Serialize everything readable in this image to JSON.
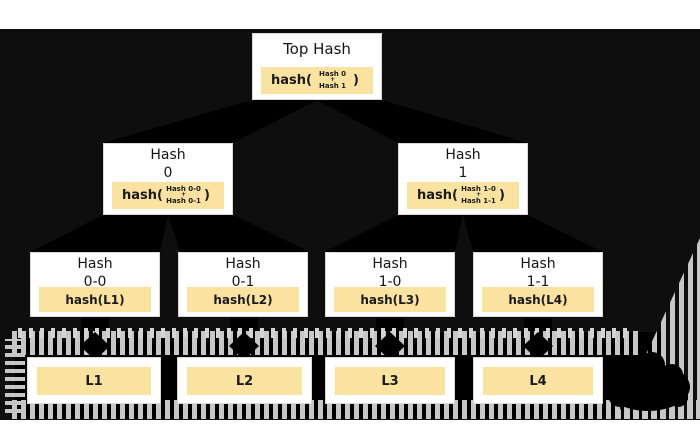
{
  "diagram": {
    "top": {
      "title": "Top Hash",
      "fn": "hash(",
      "arg_top": "Hash 0",
      "op": "+",
      "arg_bottom": "Hash 1",
      "close": ")"
    },
    "hash0": {
      "title_line1": "Hash",
      "title_line2": "0",
      "fn": "hash(",
      "arg_top": "Hash 0-0",
      "op": "+",
      "arg_bottom": "Hash 0-1",
      "close": ")"
    },
    "hash1": {
      "title_line1": "Hash",
      "title_line2": "1",
      "fn": "hash(",
      "arg_top": "Hash 1-0",
      "op": "+",
      "arg_bottom": "Hash 1-1",
      "close": ")"
    },
    "hash00": {
      "title_line1": "Hash",
      "title_line2": "0-0",
      "label": "hash(L1)"
    },
    "hash01": {
      "title_line1": "Hash",
      "title_line2": "0-1",
      "label": "hash(L2)"
    },
    "hash10": {
      "title_line1": "Hash",
      "title_line2": "1-0",
      "label": "hash(L3)"
    },
    "hash11": {
      "title_line1": "Hash",
      "title_line2": "1-1",
      "label": "hash(L4)"
    },
    "blocks": {
      "l1": "L1",
      "l2": "L2",
      "l3": "L3",
      "l4": "L4"
    },
    "colors": {
      "page": "#ffffff",
      "background": "#0e0e0e",
      "node_fill": "#ffffff",
      "label_fill": "#fae3a0",
      "banner_gray": "#c7c7c7",
      "arrow_black": "#000000"
    }
  }
}
